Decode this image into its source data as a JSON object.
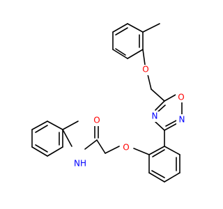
{
  "structure": {
    "atoms": {
      "o_ether_top": {
        "symbol": "O",
        "color": "#ff0000"
      },
      "o_ring": {
        "symbol": "O",
        "color": "#ff0000"
      },
      "n_ring_left": {
        "symbol": "N",
        "color": "#0000ff"
      },
      "n_ring_right": {
        "symbol": "N",
        "color": "#0000ff"
      },
      "o_carbonyl": {
        "symbol": "O",
        "color": "#ff0000"
      },
      "o_ether_mid": {
        "symbol": "O",
        "color": "#ff0000"
      },
      "nh_amide": {
        "symbol": "NH",
        "color": "#0000ff"
      }
    },
    "bond_color": "#000000"
  }
}
